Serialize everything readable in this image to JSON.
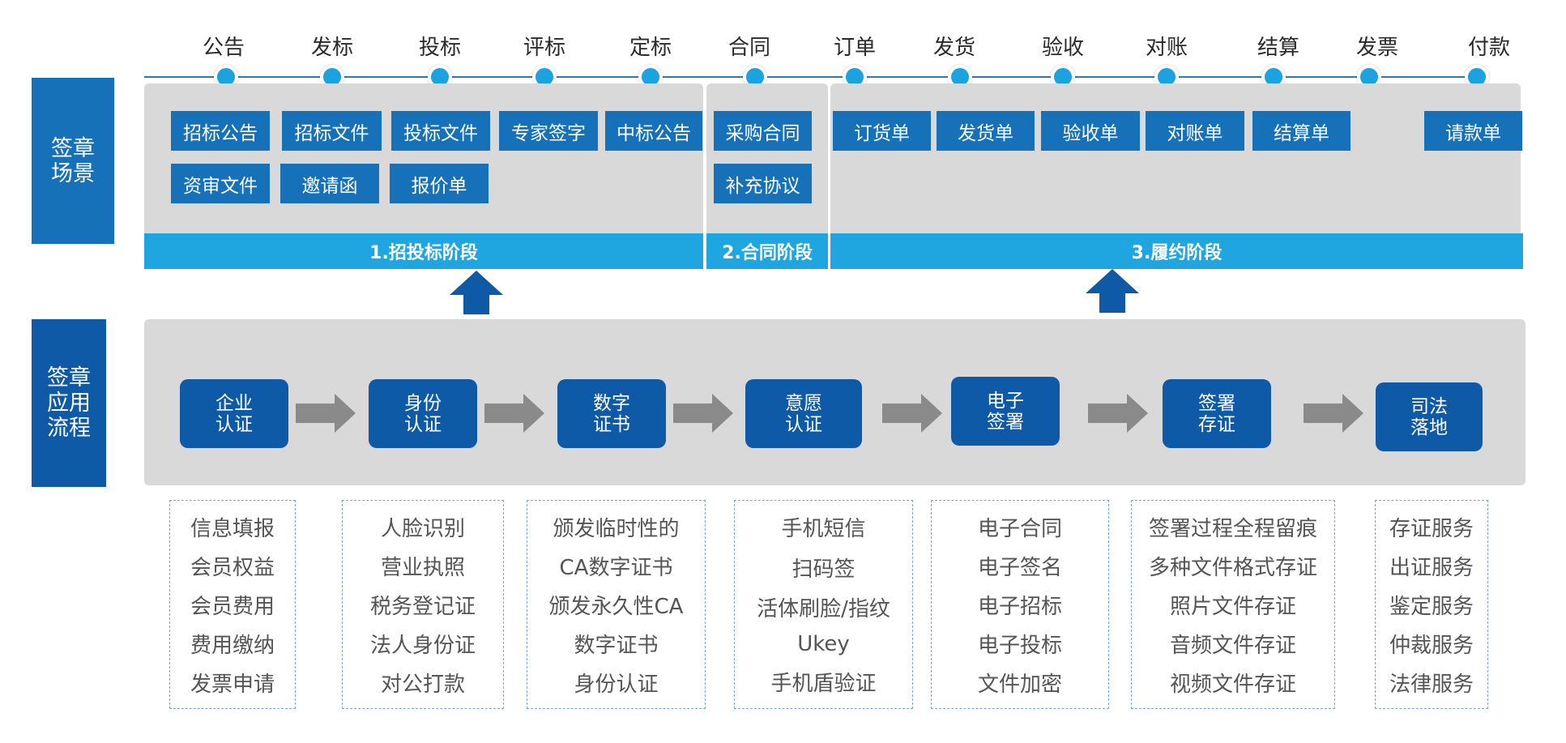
{
  "timeline": {
    "steps": [
      "公告",
      "发标",
      "投标",
      "评标",
      "定标",
      "合同",
      "订单",
      "发货",
      "验收",
      "对账",
      "结算",
      "发票",
      "付款"
    ]
  },
  "scene": {
    "title": "签章场景",
    "tender_docs": [
      "招标公告",
      "招标文件",
      "投标文件",
      "专家签字",
      "中标公告",
      "资审文件",
      "邀请函",
      "报价单"
    ],
    "contract_docs": [
      "采购合同",
      "补充协议"
    ],
    "perform_docs": [
      "订货单",
      "发货单",
      "验收单",
      "对账单",
      "结算单",
      "请款单"
    ],
    "stages": [
      "1.招投标阶段",
      "2.合同阶段",
      "3.履约阶段"
    ]
  },
  "process": {
    "title": "签章应用流程",
    "steps": [
      "企业认证",
      "身份认证",
      "数字证书",
      "意愿认证",
      "电子签署",
      "签署存证",
      "司法落地"
    ]
  },
  "details": [
    [
      "信息填报",
      "会员权益",
      "会员费用",
      "费用缴纳",
      "发票申请"
    ],
    [
      "人脸识别",
      "营业执照",
      "税务登记证",
      "法人身份证",
      "对公打款"
    ],
    [
      "颁发临时性的",
      "CA数字证书",
      "颁发永久性CA",
      "数字证书",
      "身份认证"
    ],
    [
      "手机短信",
      "扫码签",
      "活体刷脸/指纹",
      "Ukey",
      "手机盾验证"
    ],
    [
      "电子合同",
      "电子签名",
      "电子招标",
      "电子投标",
      "文件加密"
    ],
    [
      "签署过程全程留痕",
      "多种文件格式存证",
      "照片文件存证",
      "音频文件存证",
      "视频文件存证"
    ],
    [
      "存证服务",
      "出证服务",
      "鉴定服务",
      "仲裁服务",
      "法律服务"
    ]
  ],
  "colors": {
    "dark_blue": "#0e5aa6",
    "mid_blue": "#1671b8",
    "light_blue": "#1fa6e1",
    "panel_gray": "#d9d9d9",
    "arrow_gray": "#8a8a8a"
  }
}
